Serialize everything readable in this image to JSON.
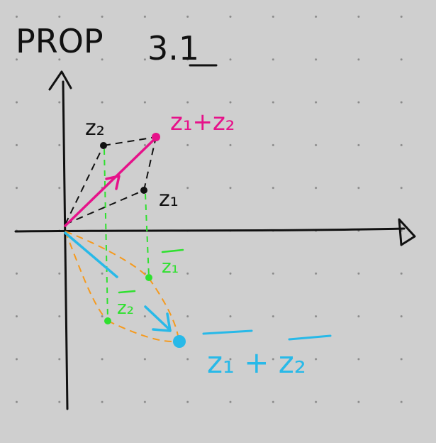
{
  "title": {
    "word": "PROP",
    "number": "3.1"
  },
  "labels": {
    "z1": "z₁",
    "z2": "z₂",
    "sum": "z₁+z₂",
    "z1_conj": "z₁",
    "z2_conj": "z₂",
    "conj_sum": "z₁ + z₂"
  },
  "colors": {
    "background": "#cfcfcf",
    "grid_dot": "#8a8a8a",
    "ink": "#111111",
    "sum_vector": "#e6128a",
    "conjugate_vector": "#28b9e8",
    "projection": "#2fe02f",
    "conjugate_parallelogram": "#f59a1e"
  }
}
